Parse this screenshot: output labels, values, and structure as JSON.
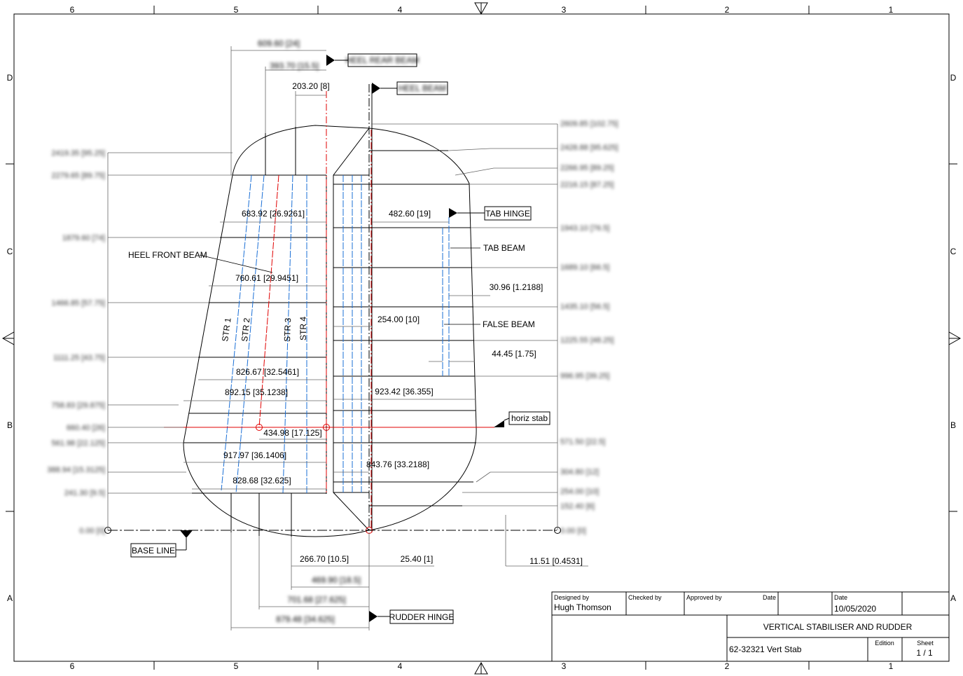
{
  "border": {
    "columns": [
      "6",
      "5",
      "4",
      "3",
      "2",
      "1"
    ],
    "rows": [
      "D",
      "C",
      "B",
      "A"
    ]
  },
  "callouts": {
    "heel_rear_beam": "HEEL REAR BEAM",
    "heel_beam": "HEEL BEAM",
    "tab_hinge": "TAB HINGE",
    "tab_beam": "TAB BEAM",
    "heel_front_beam": "HEEL FRONT BEAM",
    "false_beam": "FALSE BEAM",
    "horiz_stab": "horiz stab",
    "base_line": "BASE LINE",
    "rudder_hinge": "RUDDER HINGE"
  },
  "stringers": [
    "STR 1",
    "STR 2",
    "STR 3",
    "STR 4"
  ],
  "dimensions": {
    "top_609": "609.60 [24]",
    "top_393": "393.70 [15.5]",
    "top_203": "203.20 [8]",
    "d683": "683.92 [26.9261]",
    "d482": "482.60 [19]",
    "d760": "760.61 [29.9451]",
    "d30": "30.96 [1.2188]",
    "d254": "254.00 [10]",
    "d44": "44.45 [1.75]",
    "d826": "826.67 [32.5461]",
    "d892": "892.15 [35.1238]",
    "d923": "923.42 [36.355]",
    "d434": "434.98 [17.125]",
    "d917": "917.97 [36.1406]",
    "d843": "843.76 [33.2188]",
    "d828": "828.68 [32.625]",
    "d266": "266.70 [10.5]",
    "d25": "25.40 [1]",
    "d11": "11.51 [0.4531]",
    "d469": "469.90 [18.5]",
    "d701": "701.68 [27.625]",
    "d879": "879.48 [34.625]"
  },
  "left_heights": [
    "2419.35 [95.25]",
    "2279.65 [89.75]",
    "1879.60 [74]",
    "1466.85 [57.75]",
    "1111.25 [43.75]",
    "758.83 [29.875]",
    "660.40 [26]",
    "561.98 [22.125]",
    "388.94 [15.3125]",
    "241.30 [9.5]",
    "0.00 [0]"
  ],
  "right_heights": [
    "2609.85 [102.75]",
    "2428.88 [95.625]",
    "2266.95 [89.25]",
    "2216.15 [87.25]",
    "1943.10 [76.5]",
    "1689.10 [66.5]",
    "1435.10 [56.5]",
    "1225.55 [48.25]",
    "996.95 [39.25]",
    "571.50 [22.5]",
    "304.80 [12]",
    "254.00 [10]",
    "152.40 [6]",
    "0.00 [0]"
  ],
  "title_block": {
    "designed_by_label": "Designed by",
    "designed_by": "Hugh Thomson",
    "checked_by_label": "Checked by",
    "approved_by_label": "Approved by",
    "date_label": "Date",
    "date_label2": "Date",
    "date": "10/05/2020",
    "title": "VERTICAL STABILISER AND RUDDER",
    "part": "62-32321 Vert Stab",
    "edition_label": "Edition",
    "sheet_label": "Sheet",
    "sheet": "1 / 1"
  },
  "colors": {
    "line": "#000000",
    "dim": "#555555",
    "red": "#e00000",
    "blue": "#1a6fd6"
  }
}
